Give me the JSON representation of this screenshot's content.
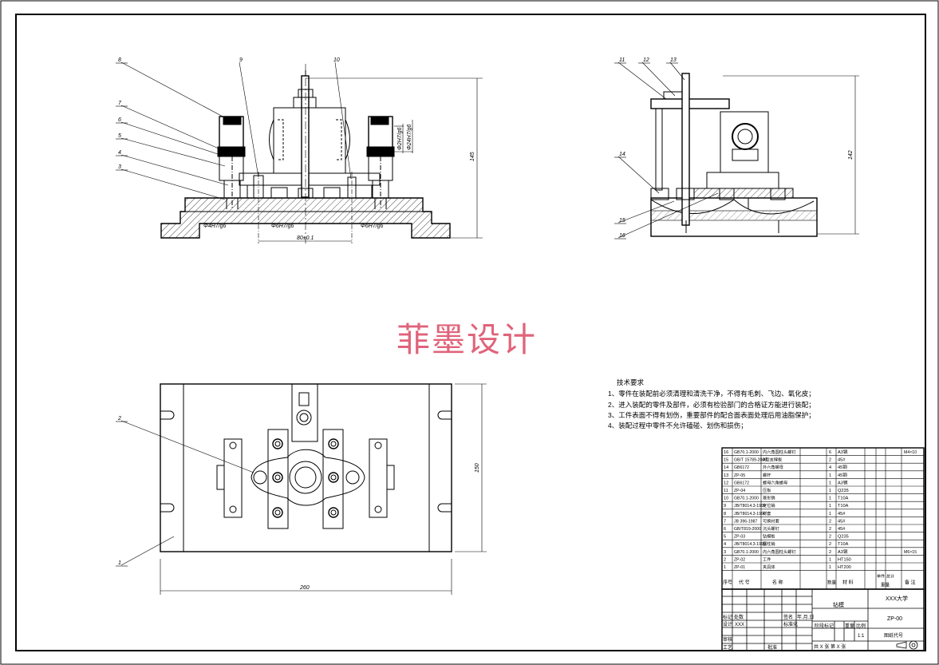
{
  "watermark": "菲墨设计",
  "front_view": {
    "balloons": [
      "8",
      "9",
      "10",
      "7",
      "6",
      "5",
      "4",
      "3"
    ],
    "dims": {
      "height": "145",
      "fit_left": "Φ4H7/g6",
      "fit_mid": "Φ6H7/g6",
      "fit_right": "Φ6H7/g6",
      "span": "80±0.1",
      "fit_v1": "Φ2H7/g6",
      "fit_v2": "Φ24H7/g6"
    }
  },
  "side_view": {
    "balloons": [
      "11",
      "12",
      "13",
      "14",
      "15",
      "16"
    ],
    "dims": {
      "height": "142"
    }
  },
  "top_view": {
    "balloons": [
      "2",
      "1"
    ],
    "dims": {
      "width": "260",
      "depth": "150"
    }
  },
  "tech_requirements": {
    "title": "技术要求",
    "items": [
      "1、零件在装配前必须清理和清洗干净，不得有毛刺、飞边、氧化皮；",
      "2、进入装配的零件及部件，必须有检验部门的合格证方能进行装配；",
      "3、工件表面不得有划伤，重要部件的配合面表面处理后用油脂保护；",
      "4、装配过程中零件不允许磕碰、划伤和损伤；"
    ]
  },
  "bom": {
    "rows": [
      {
        "no": "16",
        "code": "GB70.1-2000",
        "name": "内六角圆柱头螺钉",
        "qty": "6",
        "mat": "A3钢",
        "note": "M4×10"
      },
      {
        "no": "15",
        "code": "GB/T 15789-2006",
        "name": "A型支撑板",
        "qty": "2",
        "mat": "45#",
        "note": ""
      },
      {
        "no": "14",
        "code": "GB6172",
        "name": "外六角螺母",
        "qty": "4",
        "mat": "45钢",
        "note": ""
      },
      {
        "no": "13",
        "code": "ZP-05",
        "name": "螺杆",
        "qty": "1",
        "mat": "45钢",
        "note": ""
      },
      {
        "no": "12",
        "code": "GB6172",
        "name": "螺母六角螺母",
        "qty": "1",
        "mat": "A3钢",
        "note": ""
      },
      {
        "no": "11",
        "code": "ZP-04",
        "name": "压板",
        "qty": "1",
        "mat": "Q235",
        "note": ""
      },
      {
        "no": "10",
        "code": "GB70.1-2000",
        "name": "菱形销",
        "qty": "1",
        "mat": "T10A",
        "note": ""
      },
      {
        "no": "9",
        "code": "JB/T8014.3-1999",
        "name": "定位销",
        "qty": "1",
        "mat": "T10A",
        "note": ""
      },
      {
        "no": "8",
        "code": "JB/T8014.3-1999",
        "name": "衬套",
        "qty": "1",
        "mat": "45#",
        "note": ""
      },
      {
        "no": "7",
        "code": "JB 396-1987",
        "name": "可换衬套",
        "qty": "2",
        "mat": "45#",
        "note": ""
      },
      {
        "no": "6",
        "code": "GB/T819-2000",
        "name": "沉头螺钉",
        "qty": "2",
        "mat": "45#",
        "note": ""
      },
      {
        "no": "5",
        "code": "ZP-03",
        "name": "钻模板",
        "qty": "2",
        "mat": "Q235",
        "note": ""
      },
      {
        "no": "4",
        "code": "JB/T8014.3-1999",
        "name": "圆柱销",
        "qty": "2",
        "mat": "T10A",
        "note": ""
      },
      {
        "no": "3",
        "code": "GB70.1-2000",
        "name": "内六角圆柱头螺钉",
        "qty": "2",
        "mat": "A3钢",
        "note": "M6×15"
      },
      {
        "no": "2",
        "code": "ZP-02",
        "name": "工件",
        "qty": "1",
        "mat": "HT150",
        "note": ""
      },
      {
        "no": "1",
        "code": "ZP-01",
        "name": "夹具体",
        "qty": "1",
        "mat": "HT200",
        "note": ""
      }
    ],
    "header": {
      "no": "序号",
      "code": "代    号",
      "name": "名    称",
      "qty": "数量",
      "mat": "材    料",
      "weight_single": "单件",
      "weight_total": "总计",
      "weight": "重量",
      "note": "备  注"
    }
  },
  "title_block": {
    "drawing_name": "钻模",
    "school": "XXX大学",
    "drawing_no": "ZP-00",
    "stage_label": "阶段标记",
    "weight_label": "重量",
    "scale_label": "比例",
    "scale": "1:1",
    "drawing_code_label": "图纸代号",
    "sheet_info": "共 X 张     第 X 张",
    "labels": {
      "mark": "标记",
      "count": "处数",
      "design": "设计",
      "design_name": "XXX",
      "standardize": "标准化",
      "review": "审核",
      "process": "工艺",
      "approve": "批准",
      "date": "年.月.日",
      "sign": "签名"
    }
  }
}
